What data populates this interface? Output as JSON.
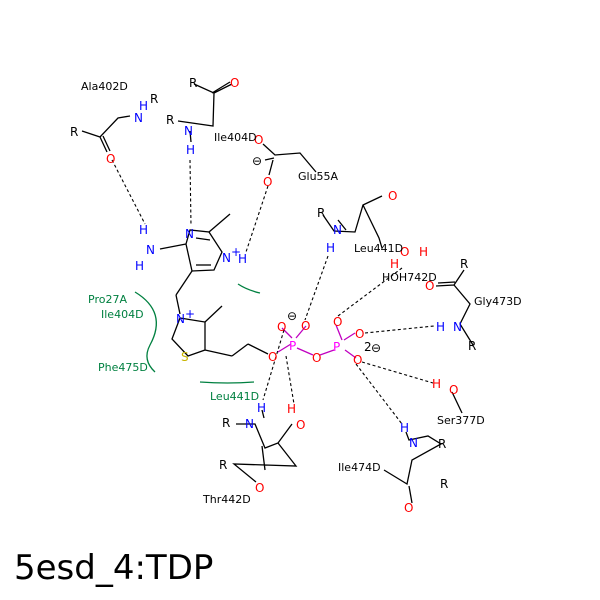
{
  "title": "5esd_4:TDP",
  "colors": {
    "carbon": "#000000",
    "nitrogen": "#0000ff",
    "oxygen": "#ff0000",
    "phosphorus": "#ff00ff",
    "sulfur": "#c8b400",
    "hydrophobic": "#008040",
    "ligand_bond": "#c000c0"
  },
  "residues": {
    "ala402": "Ala402D",
    "ile404_top": "Ile404D",
    "glu55": "Glu55A",
    "leu441_top": "Leu441D",
    "hoh742": "HOH742D",
    "gly473": "Gly473D",
    "ser377": "Ser377D",
    "ile474": "Ile474D",
    "thr442": "Thr442D"
  },
  "hydrophobic_contacts": {
    "pro27": "Pro27A",
    "ile404": "Ile404D",
    "phe475": "Phe475D",
    "leu441": "Leu441D"
  },
  "atoms": {
    "N": "N",
    "O": "O",
    "H": "H",
    "R": "R",
    "P": "P",
    "S": "S",
    "N_plus": "N",
    "plus": "+",
    "charge_2": "2",
    "minus": "⊖"
  }
}
